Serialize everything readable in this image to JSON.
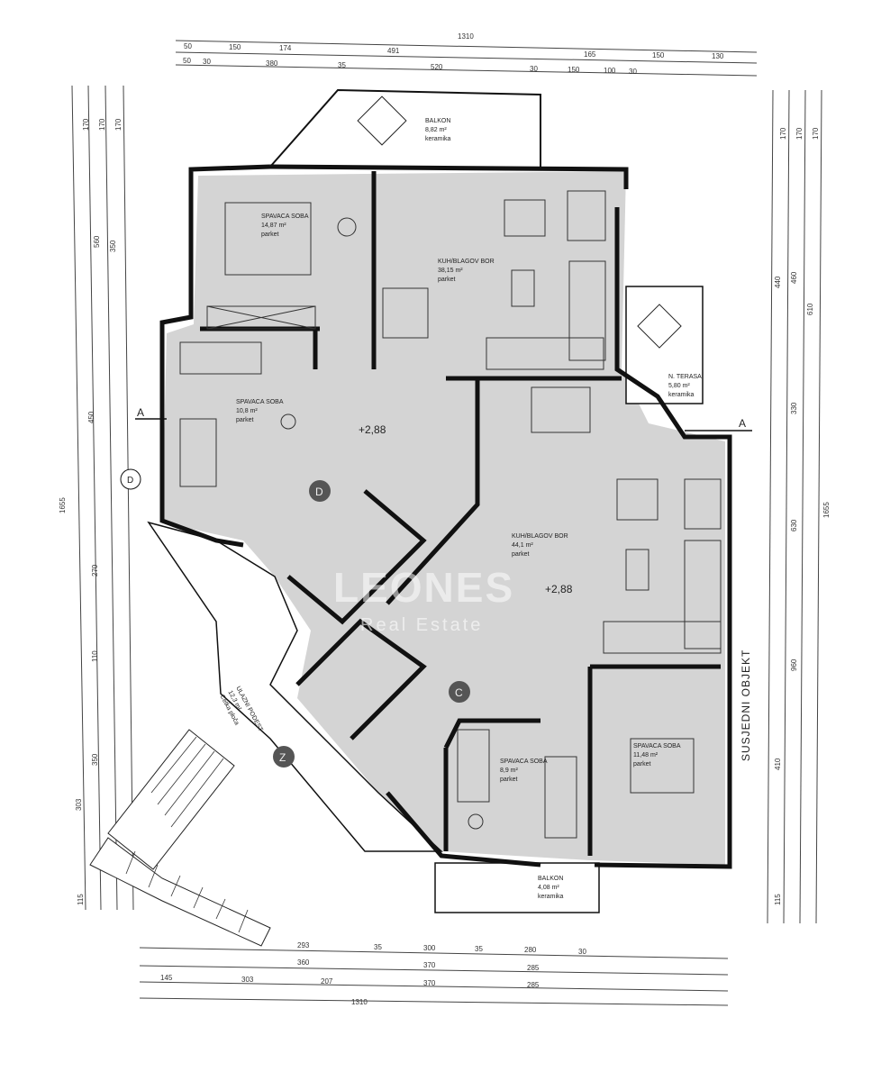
{
  "rooms": [
    {
      "name": "SPAVACA SOBA",
      "area": "14,87 m²",
      "floor": "parket"
    },
    {
      "name": "KUH/BLAGOV BOR",
      "area": "38,15 m²",
      "floor": "parket"
    },
    {
      "name": "BALKON",
      "area": "8,82 m²",
      "floor": "keramika"
    },
    {
      "name": "SPAVACA SOBA",
      "area": "10,8 m²",
      "floor": "parket"
    },
    {
      "name": "N. TERASA",
      "area": "5,80 m²",
      "floor": "keramika"
    },
    {
      "name": "KUH/BLAGOV BOR",
      "area": "44,1 m²",
      "floor": "parket"
    },
    {
      "name": "SPAVACA SOBA",
      "area": "8,9 m²",
      "floor": "parket"
    },
    {
      "name": "SPAVACA SOBA",
      "area": "11,48 m²",
      "floor": "parket"
    },
    {
      "name": "BALKON",
      "area": "4,08 m²",
      "floor": "keramika"
    },
    {
      "name": "ULAZNI PODEST",
      "area": "12,3 m²",
      "floor": "Cetka ploča"
    }
  ],
  "levels": [
    "+2,88",
    "+2,88"
  ],
  "markers": {
    "d": "D",
    "c": "C",
    "z": "Z",
    "section_left": "A",
    "section_right": "A"
  },
  "neighbor_label": "SUSJEDNI OBJEKT",
  "watermark": {
    "brand": "LEONES",
    "sub": "Real Estate"
  },
  "dims_top": {
    "total": "1310",
    "row2": [
      "50",
      "150",
      "174",
      "491",
      "165",
      "150",
      "130"
    ],
    "row3": [
      "50",
      "30",
      "380",
      "35",
      "520",
      "30",
      "150",
      "100",
      "30"
    ]
  },
  "dims_bottom": {
    "row1": [
      "293",
      "35",
      "300",
      "35",
      "280",
      "30"
    ],
    "row2": [
      "360",
      "370",
      "285"
    ],
    "row3": [
      "145",
      "303",
      "207",
      "370",
      "285"
    ],
    "total": "1310"
  },
  "dims_left": [
    "170",
    "170",
    "170",
    "560",
    "350",
    "450",
    "270",
    "110",
    "350",
    "303",
    "115",
    "1655"
  ],
  "dims_right": [
    "170",
    "170",
    "170",
    "440",
    "460",
    "610",
    "330",
    "630",
    "960",
    "410",
    "115",
    "1655"
  ]
}
